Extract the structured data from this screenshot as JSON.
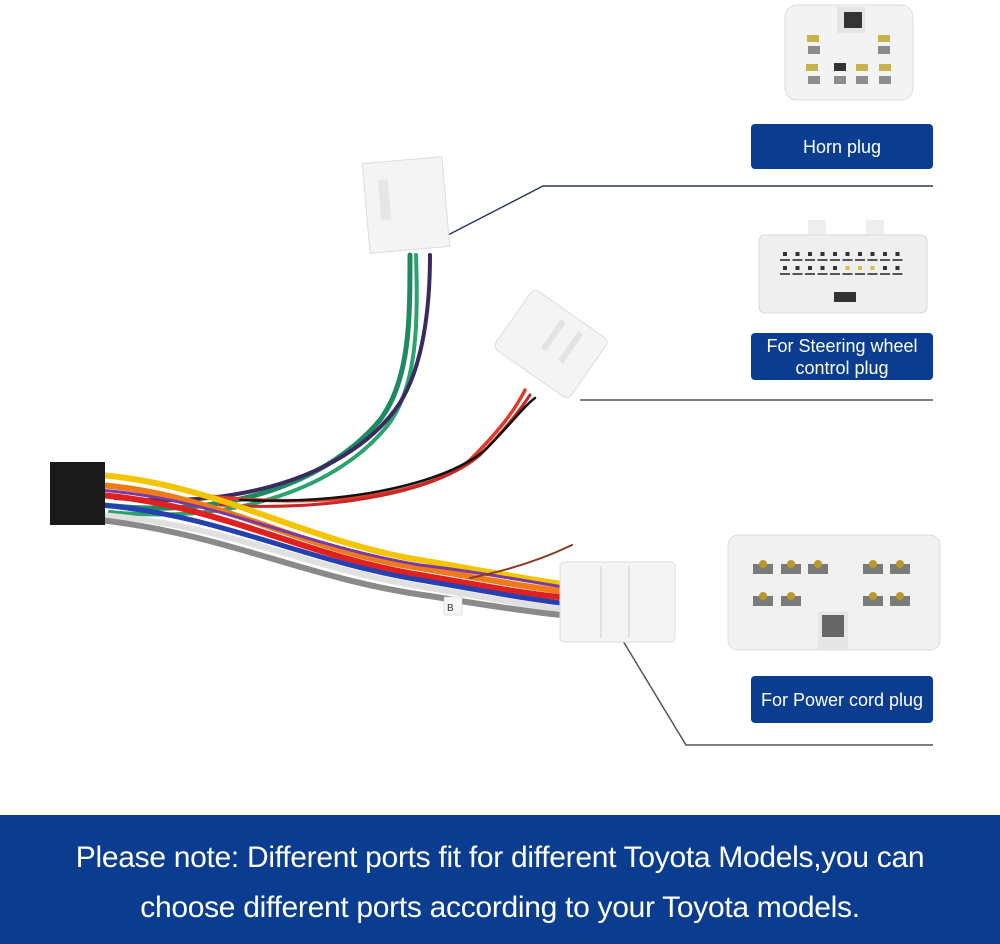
{
  "labels": {
    "horn_plug": "Horn plug",
    "steering_plug_line1": "For Steering wheel",
    "steering_plug_line2": "control plug",
    "power_plug": "For Power cord plug"
  },
  "wire_tag": "B",
  "note": {
    "line1": "Please note: Different ports fit for different Toyota Models,you can",
    "line2": "choose different ports according to your Toyota models."
  },
  "colors": {
    "brand_blue": "#0a3d8f",
    "callout_line": "#2b3a55",
    "connector_white": "#f2f2f2",
    "header_black": "#1a1a1a"
  },
  "wires": [
    "yellow",
    "orange",
    "pink",
    "blue",
    "green",
    "purple",
    "white",
    "grey",
    "red",
    "black",
    "brown"
  ]
}
